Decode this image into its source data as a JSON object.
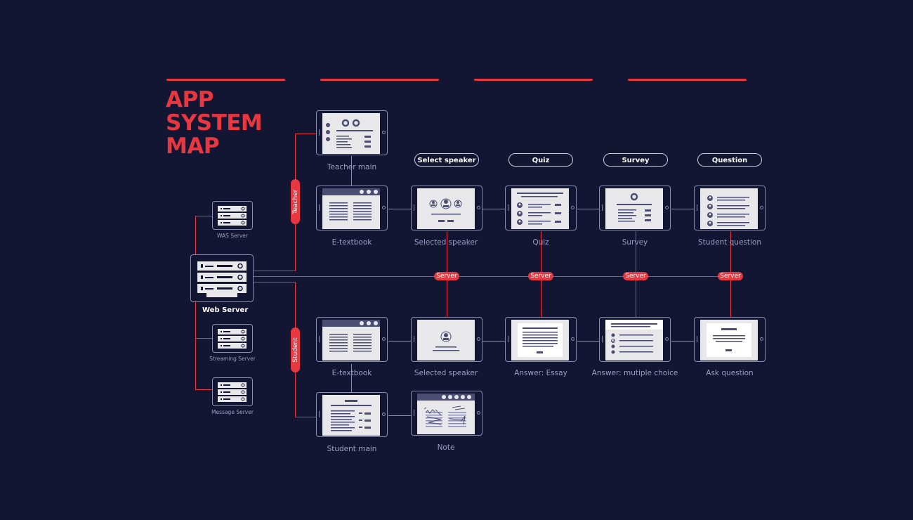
{
  "title": {
    "line1": "APP",
    "line2": "SYSTEM",
    "line3": "MAP"
  },
  "colors": {
    "background": "#131633",
    "accent": "#e8373f",
    "outline": "#8a8db0",
    "screen": "#e8e8ea",
    "caption": "#9a9dbf"
  },
  "categories": {
    "select_speaker": "Select speaker",
    "quiz": "Quiz",
    "survey": "Survey",
    "question": "Question"
  },
  "servers": {
    "was": "WAS Server",
    "web": "Web Server",
    "streaming": "Streaming Server",
    "message": "Message Server"
  },
  "roles": {
    "teacher": "Teacher",
    "student": "Student"
  },
  "bus_label": "Server",
  "teacher_screens": {
    "main": "Teacher main",
    "etextbook": "E-textbook",
    "selected_speaker": "Selected speaker",
    "quiz": "Quiz",
    "survey": "Survey",
    "student_question": "Student question"
  },
  "student_screens": {
    "etextbook": "E-textbook",
    "selected_speaker": "Selected speaker",
    "answer_essay": "Answer: Essay",
    "answer_multiple": "Answer: mutiple choice",
    "ask_question": "Ask question",
    "main": "Student main",
    "note": "Note"
  }
}
